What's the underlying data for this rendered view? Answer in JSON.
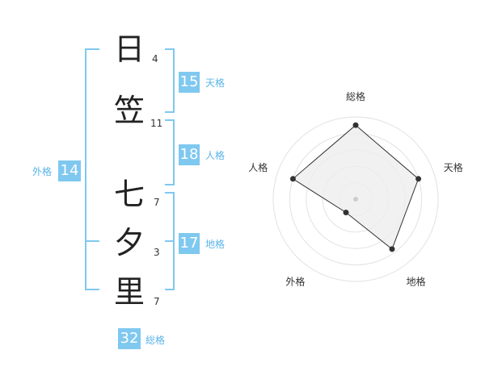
{
  "name_chars": [
    {
      "char": "日",
      "strokes": "4"
    },
    {
      "char": "笠",
      "strokes": "11"
    },
    {
      "char": "七",
      "strokes": "7"
    },
    {
      "char": "夕",
      "strokes": "3"
    },
    {
      "char": "里",
      "strokes": "7"
    }
  ],
  "grids": {
    "tenkaku": {
      "value": "15",
      "label": "天格"
    },
    "jinkaku": {
      "value": "18",
      "label": "人格"
    },
    "chikaku": {
      "value": "17",
      "label": "地格"
    },
    "gaikaku": {
      "value": "14",
      "label": "外格"
    },
    "soukaku": {
      "value": "32",
      "label": "総格"
    }
  },
  "colors": {
    "accent": "#7fc8f0",
    "label": "#5bb4e8",
    "text": "#222222"
  },
  "chart_data": {
    "type": "radar",
    "axes": [
      "総格",
      "天格",
      "地格",
      "外格",
      "人格"
    ],
    "values": [
      0.9,
      0.8,
      0.75,
      0.2,
      0.8
    ],
    "rmax": 1,
    "grid_rings": 5,
    "grid": true
  }
}
